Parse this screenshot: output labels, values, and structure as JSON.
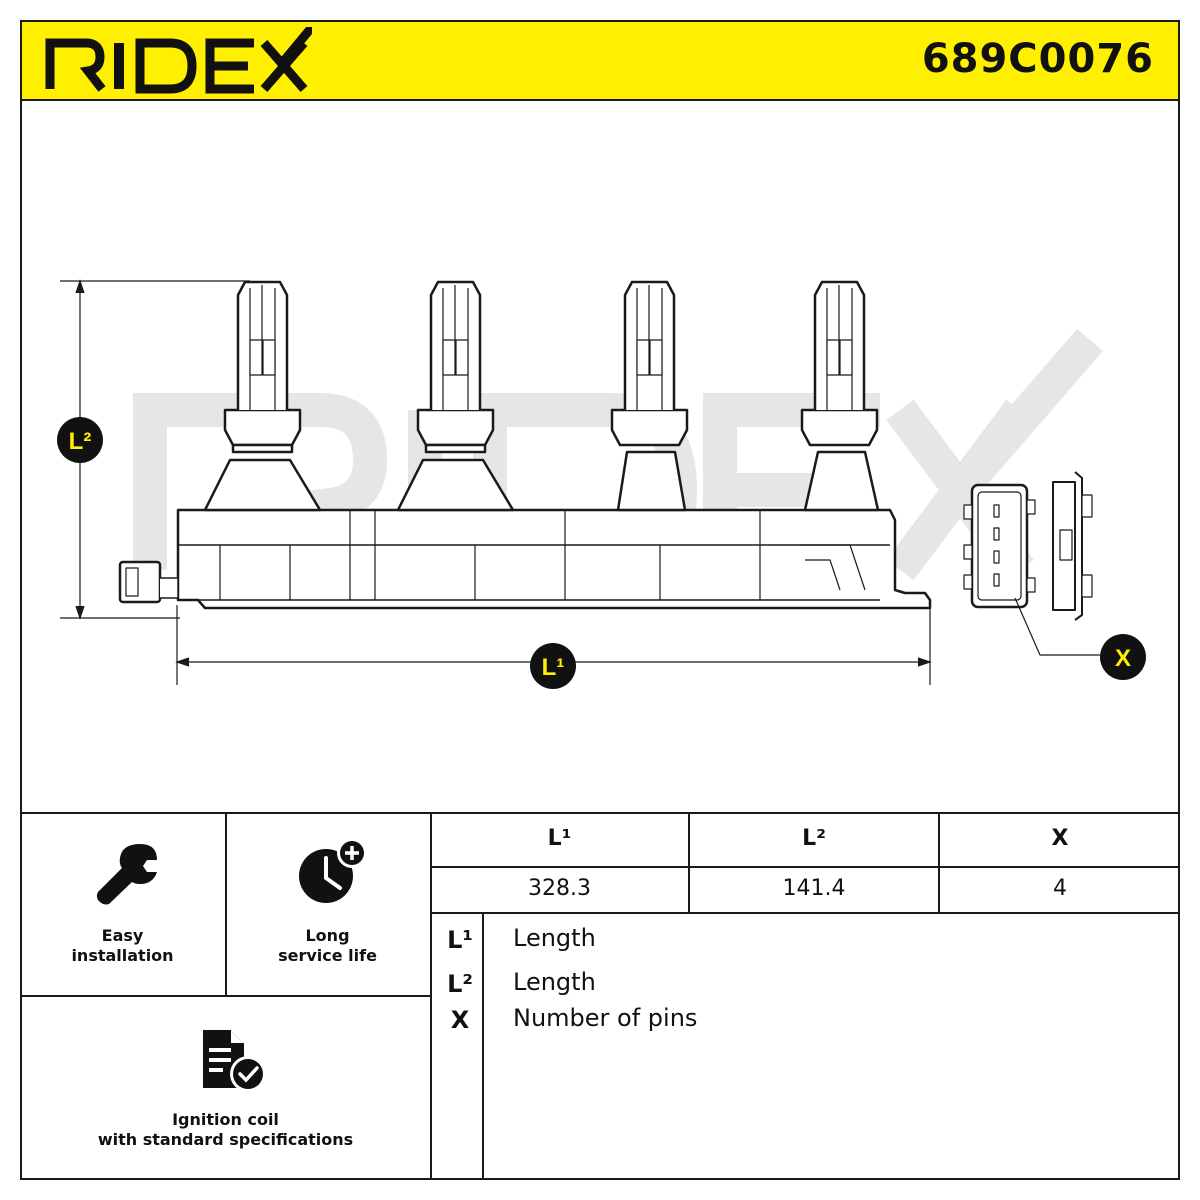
{
  "brand": "RIDEX",
  "part_number": "689C0076",
  "drawing": {
    "labels": {
      "l1": "L¹",
      "l2": "L²",
      "x": "X"
    },
    "watermark": "RIDEX"
  },
  "features": [
    {
      "icon": "wrench-icon",
      "label_line1": "Easy",
      "label_line2": "installation"
    },
    {
      "icon": "clock-plus-icon",
      "label_line1": "Long",
      "label_line2": "service life"
    },
    {
      "icon": "document-check-icon",
      "label_line1": "Ignition coil",
      "label_line2": "with standard specifications"
    }
  ],
  "dimensions_table": {
    "headers": [
      "L¹",
      "L²",
      "X"
    ],
    "values": [
      "328.3",
      "141.4",
      "4"
    ]
  },
  "legend": [
    {
      "symbol": "L¹",
      "text": "Length"
    },
    {
      "symbol": "L²",
      "text": "Length"
    },
    {
      "symbol": "X",
      "text": "Number of pins"
    }
  ],
  "colors": {
    "accent": "#ffef00",
    "line": "#1a1a1a",
    "watermark": "#e6e6e6"
  }
}
